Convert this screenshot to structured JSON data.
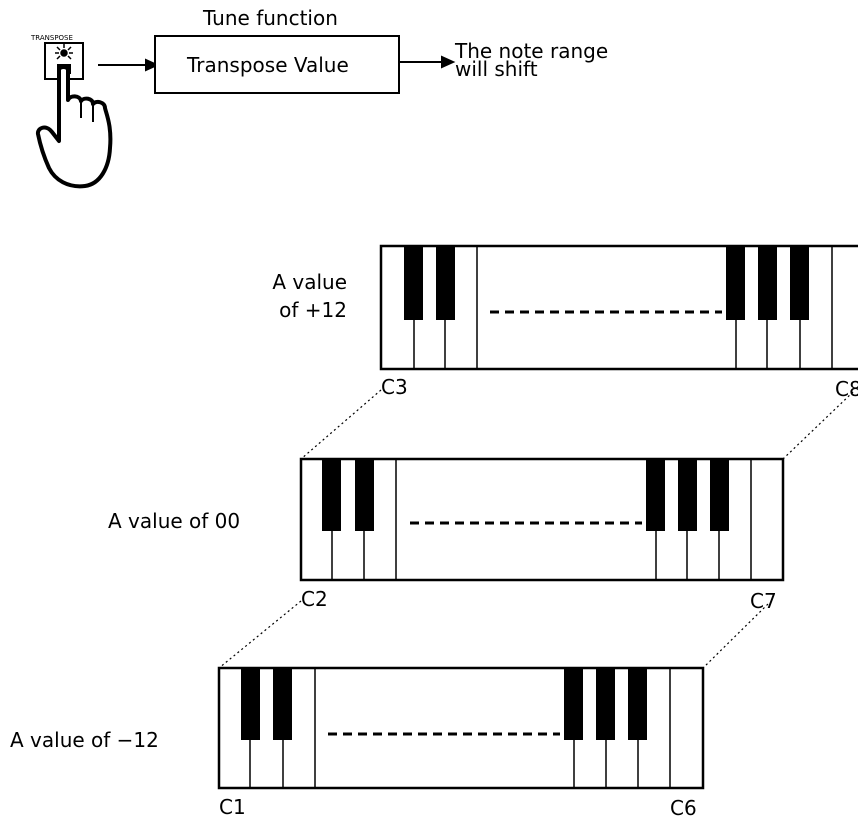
{
  "header": {
    "function_title": "Tune function",
    "box_label": "Transpose Value",
    "result_line1": "The note range",
    "result_line2": "will shift",
    "button_caption": "TRANSPOSE",
    "button_icon": "finger-pressing-button-icon"
  },
  "keyboards": [
    {
      "value_line1": "A value",
      "value_line2": "of +12",
      "low_note": "C3",
      "high_note": "C8"
    },
    {
      "value_line1": "A value of 00",
      "value_line2": "",
      "low_note": "C2",
      "high_note": "C7"
    },
    {
      "value_line1": "A value of −12",
      "value_line2": "",
      "low_note": "C1",
      "high_note": "C6"
    }
  ],
  "colors": {
    "ink": "#000000",
    "paper": "#ffffff"
  }
}
